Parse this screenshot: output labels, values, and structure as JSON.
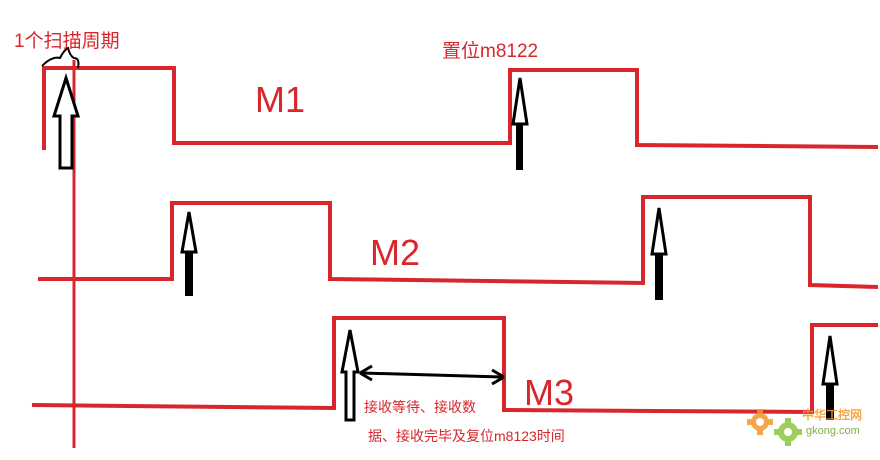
{
  "labels": {
    "scan_cycle": "1个扫描周期",
    "set_m8122": "置位m8122",
    "m1": "M1",
    "m2": "M2",
    "m3": "M3",
    "receive_line1": "接收等待、接收数",
    "receive_line2": "据、接收完毕及复位m8123时间"
  },
  "watermark": {
    "line1": "中华工控网",
    "line2": "gkong.com"
  },
  "colors": {
    "signal": "#d8262c",
    "arrow": "#000000",
    "watermark_orange": "#f39a2b",
    "watermark_green": "#8cc63f"
  }
}
